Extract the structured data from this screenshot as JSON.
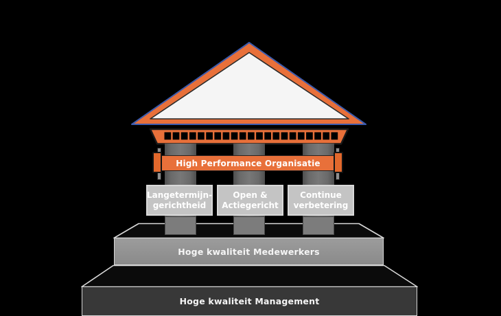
{
  "diagram": {
    "banner": {
      "label": "High Performance Organisatie"
    },
    "pillars": [
      {
        "label": "Langetermijn-\ngerichtheid"
      },
      {
        "label": "Open &\nActiegericht"
      },
      {
        "label": "Continue\nverbetering"
      }
    ],
    "foundations": [
      {
        "label": "Hoge kwaliteit Medewerkers"
      },
      {
        "label": "Hoge kwaliteit Management"
      }
    ],
    "dentil_count": 21,
    "colors": {
      "accent": "#E8703A",
      "background": "#000000",
      "pediment_fill": "#F5F5F5",
      "roof_edge_blue": "#3B5BAD",
      "pillar_gray": "#6E6E6E",
      "pillar_box_gray": "#C4C4C4",
      "foundation_upper_gray": "#929292",
      "foundation_lower_gray": "#383838",
      "outline_light": "#D8D8D8"
    }
  }
}
